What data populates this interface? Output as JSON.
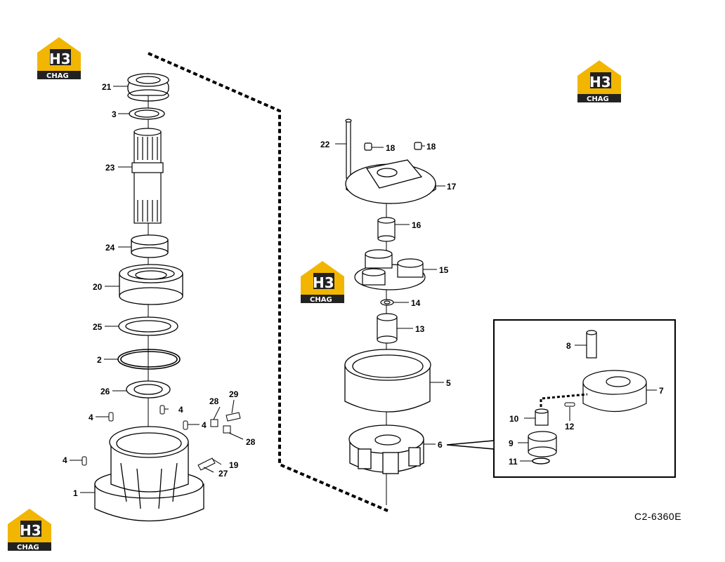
{
  "logo": {
    "mark": "H3",
    "band": "CHAG"
  },
  "drawing_code": "C2-6360E",
  "callouts": {
    "n21": "21",
    "n3": "3",
    "n23": "23",
    "n24": "24",
    "n20": "20",
    "n25": "25",
    "n2": "2",
    "n26": "26",
    "n4": "4",
    "n28": "28",
    "n29": "29",
    "n19": "19",
    "n27": "27",
    "n1": "1",
    "n22": "22",
    "n18": "18",
    "n17": "17",
    "n16": "16",
    "n15": "15",
    "n14": "14",
    "n13": "13",
    "n5": "5",
    "n6": "6",
    "n8": "8",
    "n7": "7",
    "n10": "10",
    "n12": "12",
    "n9": "9",
    "n11": "11"
  },
  "colors": {
    "logo_yellow": "#f2b600",
    "logo_black": "#222222",
    "line": "#000000"
  }
}
